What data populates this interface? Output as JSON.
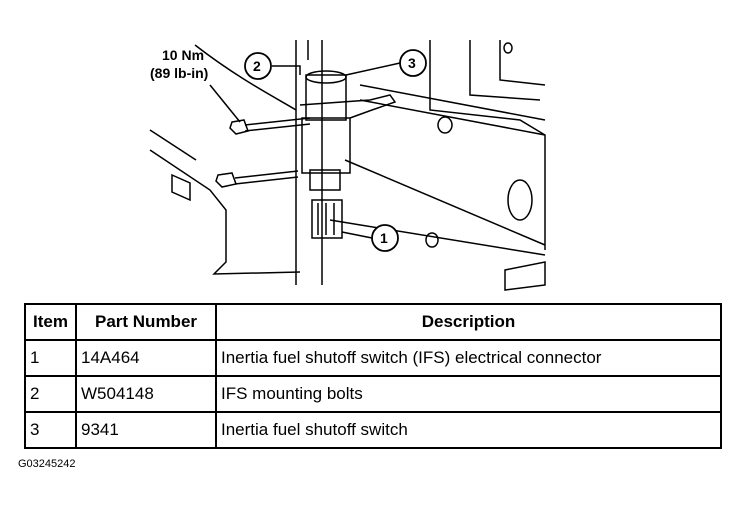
{
  "callouts": {
    "torque_nm": "10 Nm",
    "torque_lbin": "(89 lb-in)",
    "c1": "1",
    "c2": "2",
    "c3": "3"
  },
  "table": {
    "headers": [
      "Item",
      "Part Number",
      "Description"
    ],
    "rows": [
      {
        "item": "1",
        "part_number": "14A464",
        "description": "Inertia fuel shutoff switch (IFS) electrical connector"
      },
      {
        "item": "2",
        "part_number": "W504148",
        "description": "IFS mounting bolts"
      },
      {
        "item": "3",
        "part_number": "9341",
        "description": "Inertia fuel shutoff switch"
      }
    ]
  },
  "graphic_id": "G03245242"
}
